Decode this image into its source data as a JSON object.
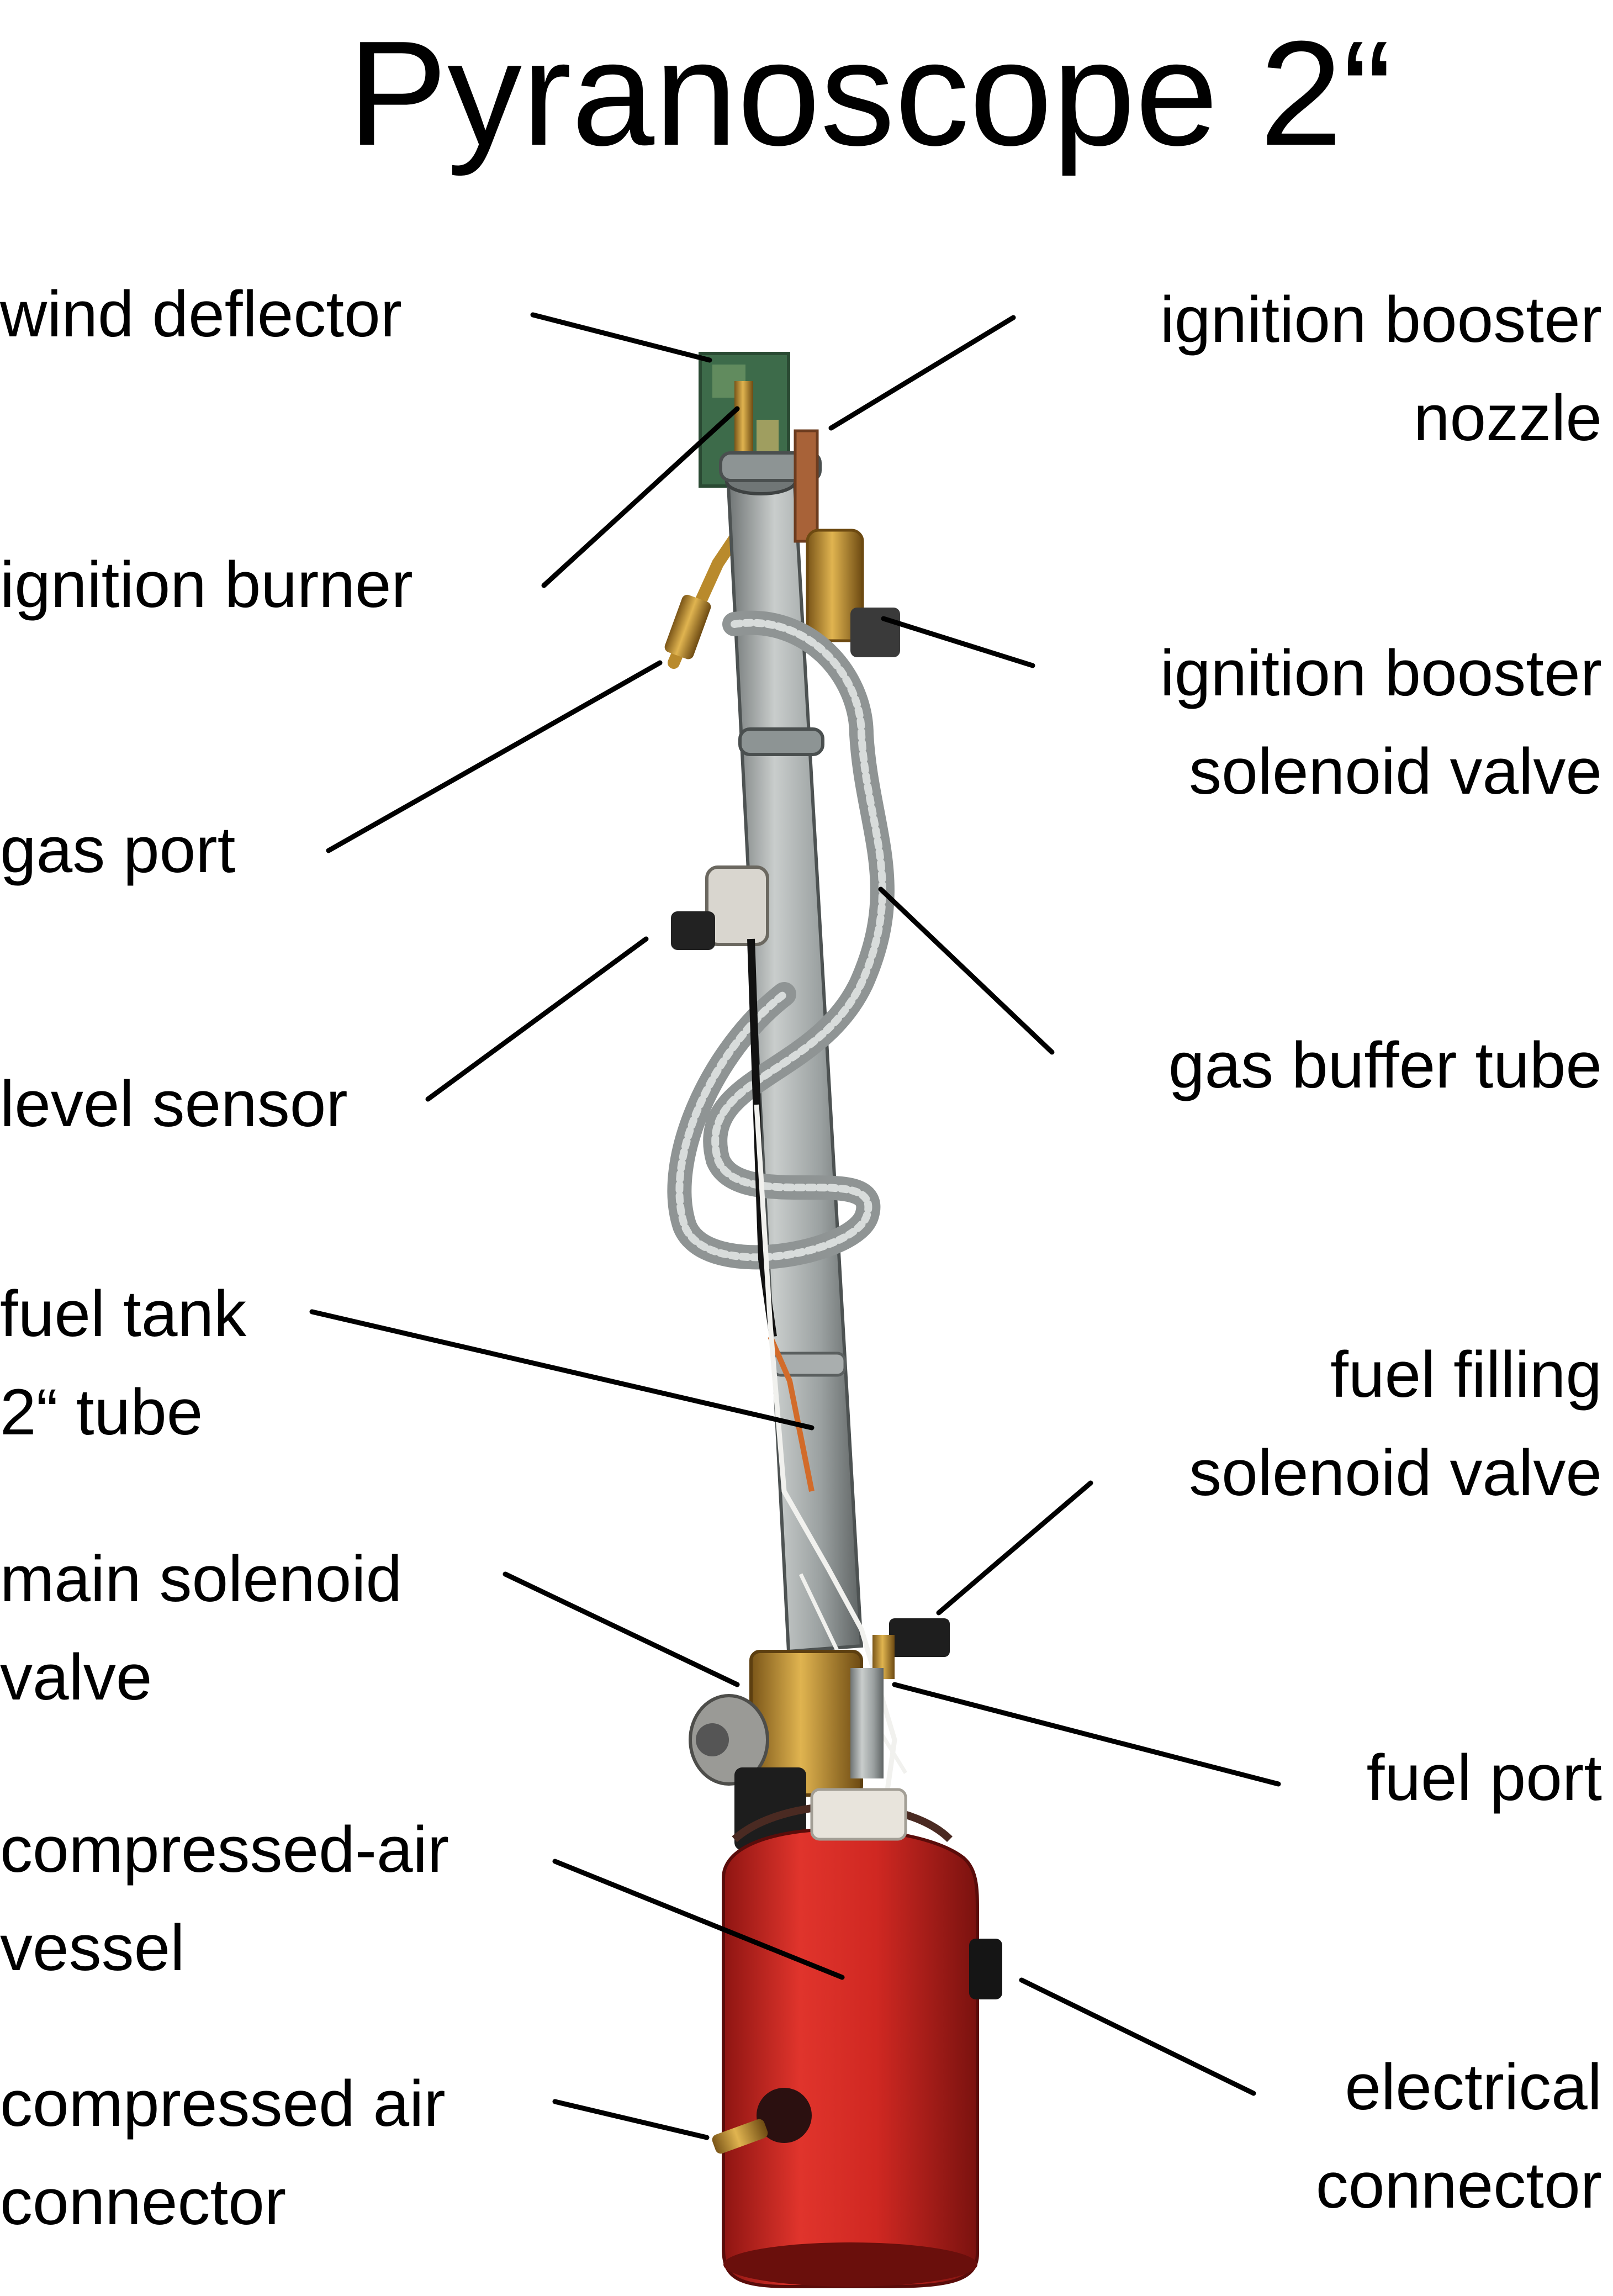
{
  "title": "Pyranoscope 2“",
  "labels_left": {
    "wind_deflector": [
      "wind deflector"
    ],
    "ignition_burner": [
      "ignition burner"
    ],
    "gas_port": [
      "gas port"
    ],
    "level_sensor": [
      "level sensor"
    ],
    "fuel_tank": [
      "fuel tank",
      "2“ tube"
    ],
    "main_solenoid_valve": [
      "main solenoid",
      "valve"
    ],
    "compressed_air_vessel": [
      "compressed-air",
      "vessel"
    ],
    "compressed_air_connector": [
      "compressed air",
      "connector"
    ]
  },
  "labels_right": {
    "ignition_booster_nozzle": [
      "ignition booster",
      "nozzle"
    ],
    "ignition_booster_solenoid_valve": [
      "ignition booster",
      "solenoid valve"
    ],
    "gas_buffer_tube": [
      "gas buffer tube"
    ],
    "fuel_filling_solenoid_valve": [
      "fuel filling",
      "solenoid valve"
    ],
    "fuel_port": [
      "fuel port"
    ],
    "electrical_connector": [
      "electrical",
      "connector"
    ]
  },
  "colors": {
    "vessel_red": "#d42a24",
    "tube_grey": "#9ea3a3",
    "brass": "#c8962e",
    "leader_line": "#000000"
  }
}
